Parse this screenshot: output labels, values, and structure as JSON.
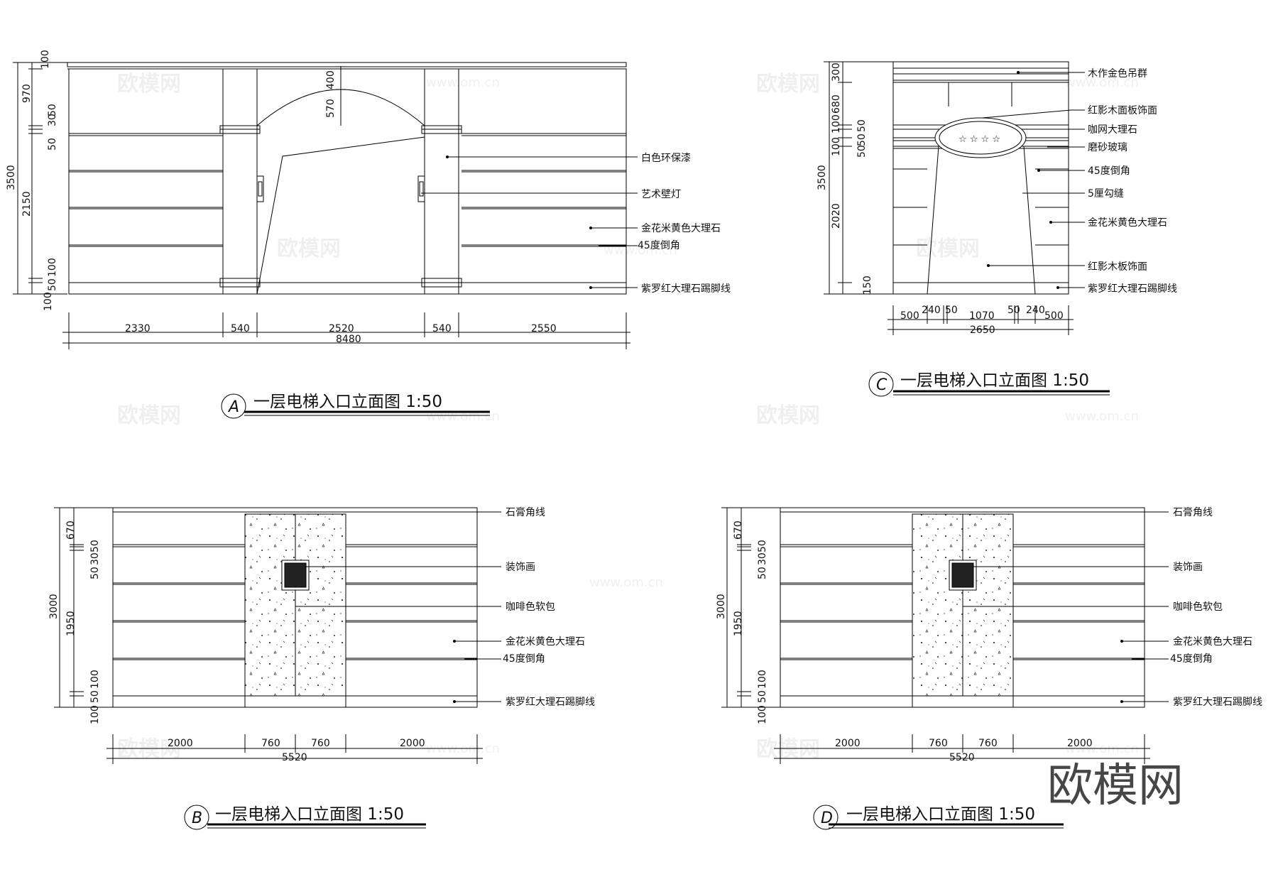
{
  "watermark": {
    "text": "欧模网",
    "url": "www.om.cn"
  },
  "logo": {
    "text": "欧模网"
  },
  "stars": "☆ ☆ ☆ ☆",
  "elevA": {
    "letter": "A",
    "title": "一层电梯入口立面图 1:50",
    "hdims": [
      "2330",
      "540",
      "2520",
      "540",
      "2550"
    ],
    "total": "8480",
    "vdims": [
      "100",
      "970",
      "30",
      "50",
      "50",
      "2150",
      "100",
      "50",
      "100",
      "3500"
    ],
    "arch": [
      "400",
      "570"
    ],
    "labels": [
      "白色环保漆",
      "艺术壁灯",
      "金花米黄色大理石",
      "45度倒角",
      "紫罗红大理石踢脚线"
    ]
  },
  "elevC": {
    "letter": "C",
    "title": "一层电梯入口立面图 1:50",
    "hdims": [
      "500",
      "240",
      "50",
      "1070",
      "50",
      "240",
      "500"
    ],
    "total": "2650",
    "vdims": [
      "300",
      "680",
      "100",
      "50",
      "50",
      "100",
      "50",
      "2020",
      "150",
      "3500"
    ],
    "labels": [
      "木作金色吊群",
      "红影木面板饰面",
      "咖网大理石",
      "磨砂玻璃",
      "45度倒角",
      "5厘勾缝",
      "金花米黄色大理石",
      "红影木板饰面",
      "紫罗红大理石踢脚线"
    ]
  },
  "elevB": {
    "letter": "B",
    "title": "一层电梯入口立面图 1:50",
    "hdims": [
      "2000",
      "760",
      "760",
      "2000"
    ],
    "total": "5520",
    "vdims": [
      "670",
      "50",
      "30",
      "50",
      "1950",
      "100",
      "50",
      "100",
      "3000"
    ],
    "labels": [
      "石膏角线",
      "装饰画",
      "咖啡色软包",
      "金花米黄色大理石",
      "45度倒角",
      "紫罗红大理石踢脚线"
    ]
  },
  "elevD": {
    "letter": "D",
    "title": "一层电梯入口立面图 1:50",
    "hdims": [
      "2000",
      "760",
      "760",
      "2000"
    ],
    "total": "5520",
    "vdims": [
      "670",
      "50",
      "30",
      "50",
      "1950",
      "100",
      "50",
      "100",
      "3000"
    ],
    "labels": [
      "石膏角线",
      "装饰画",
      "咖啡色软包",
      "金花米黄色大理石",
      "45度倒角",
      "紫罗红大理石踢脚线"
    ]
  }
}
